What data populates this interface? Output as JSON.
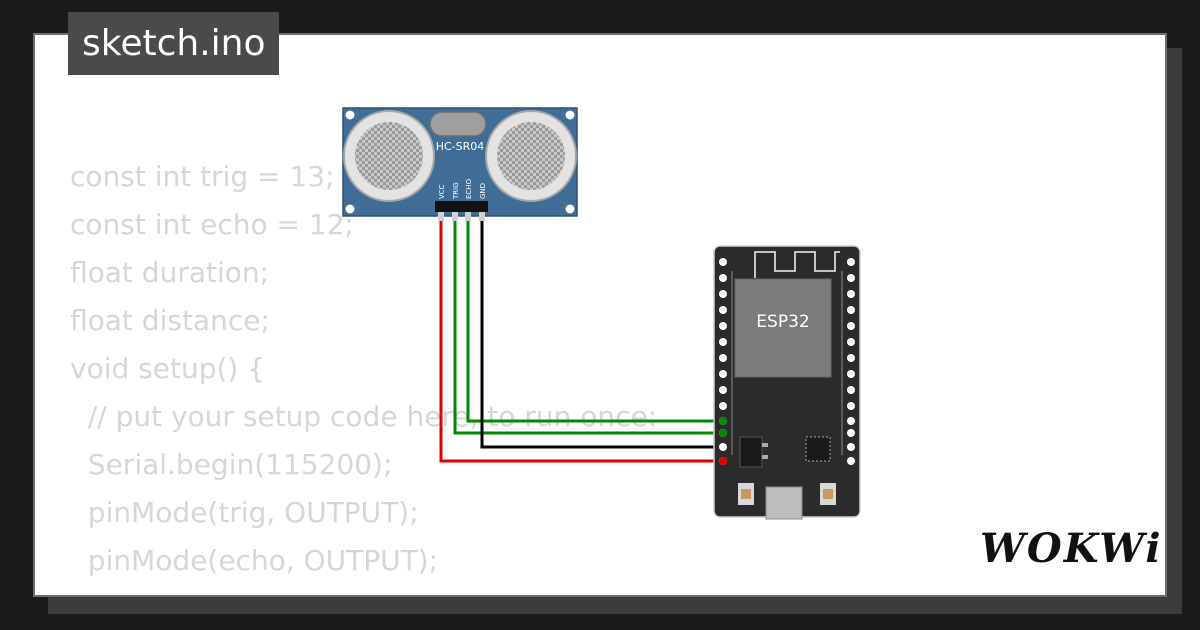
{
  "header": {
    "title": "sketch.ino"
  },
  "code": {
    "lines": [
      "const int trig = 13;",
      "const int echo = 12;",
      "float duration;",
      "float distance;",
      "void setup() {",
      "  // put your setup code here, to run once:",
      "  Serial.begin(115200);",
      "  pinMode(trig, OUTPUT);",
      "  pinMode(echo, OUTPUT);"
    ]
  },
  "sensor": {
    "label": "HC-SR04",
    "pins": [
      "VCC",
      "TRIG",
      "ECHO",
      "GND"
    ],
    "board_color": "#3f6d96"
  },
  "mcu": {
    "label": "ESP32",
    "board_color": "#2b2b2b"
  },
  "wires": {
    "vcc_color": "#e00000",
    "trig_color": "#008a00",
    "echo_color": "#008a00",
    "gnd_color": "#000000"
  },
  "brand": {
    "logo": "WOKWi"
  }
}
